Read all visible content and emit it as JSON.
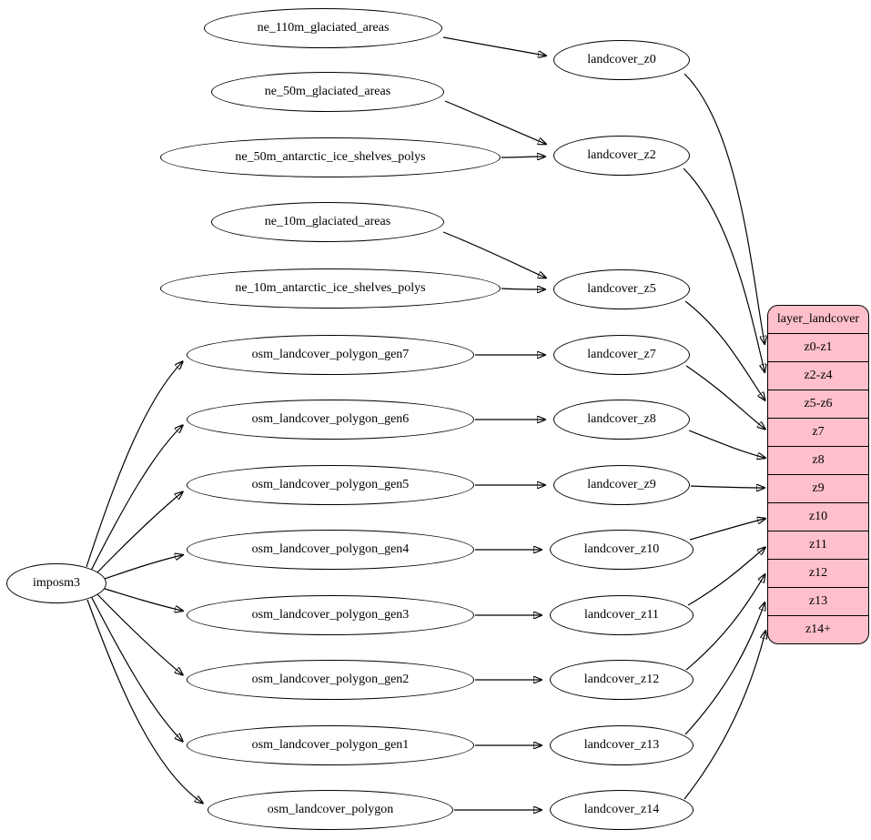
{
  "diagram": {
    "background": "#ffffff",
    "table": {
      "title": "layer_landcover",
      "fill": "#ffc0cb",
      "rows": [
        "z0-z1",
        "z2-z4",
        "z5-z6",
        "z7",
        "z8",
        "z9",
        "z10",
        "z11",
        "z12",
        "z13",
        "z14+"
      ]
    },
    "nodes": {
      "ne_110m_glaciated_areas": {
        "label": "ne_110m_glaciated_areas"
      },
      "ne_50m_glaciated_areas": {
        "label": "ne_50m_glaciated_areas"
      },
      "ne_50m_antarctic_ice_shelves_polys": {
        "label": "ne_50m_antarctic_ice_shelves_polys"
      },
      "ne_10m_glaciated_areas": {
        "label": "ne_10m_glaciated_areas"
      },
      "ne_10m_antarctic_ice_shelves_polys": {
        "label": "ne_10m_antarctic_ice_shelves_polys"
      },
      "osm_landcover_polygon_gen7": {
        "label": "osm_landcover_polygon_gen7"
      },
      "osm_landcover_polygon_gen6": {
        "label": "osm_landcover_polygon_gen6"
      },
      "osm_landcover_polygon_gen5": {
        "label": "osm_landcover_polygon_gen5"
      },
      "osm_landcover_polygon_gen4": {
        "label": "osm_landcover_polygon_gen4"
      },
      "osm_landcover_polygon_gen3": {
        "label": "osm_landcover_polygon_gen3"
      },
      "osm_landcover_polygon_gen2": {
        "label": "osm_landcover_polygon_gen2"
      },
      "osm_landcover_polygon_gen1": {
        "label": "osm_landcover_polygon_gen1"
      },
      "osm_landcover_polygon": {
        "label": "osm_landcover_polygon"
      },
      "imposm3": {
        "label": "imposm3"
      },
      "landcover_z0": {
        "label": "landcover_z0"
      },
      "landcover_z2": {
        "label": "landcover_z2"
      },
      "landcover_z5": {
        "label": "landcover_z5"
      },
      "landcover_z7": {
        "label": "landcover_z7"
      },
      "landcover_z8": {
        "label": "landcover_z8"
      },
      "landcover_z9": {
        "label": "landcover_z9"
      },
      "landcover_z10": {
        "label": "landcover_z10"
      },
      "landcover_z11": {
        "label": "landcover_z11"
      },
      "landcover_z12": {
        "label": "landcover_z12"
      },
      "landcover_z13": {
        "label": "landcover_z13"
      },
      "landcover_z14": {
        "label": "landcover_z14"
      }
    },
    "edges": [
      {
        "from": "ne_110m_glaciated_areas",
        "to": "landcover_z0"
      },
      {
        "from": "ne_50m_glaciated_areas",
        "to": "landcover_z2"
      },
      {
        "from": "ne_50m_antarctic_ice_shelves_polys",
        "to": "landcover_z2"
      },
      {
        "from": "ne_10m_glaciated_areas",
        "to": "landcover_z5"
      },
      {
        "from": "ne_10m_antarctic_ice_shelves_polys",
        "to": "landcover_z5"
      },
      {
        "from": "osm_landcover_polygon_gen7",
        "to": "landcover_z7"
      },
      {
        "from": "osm_landcover_polygon_gen6",
        "to": "landcover_z8"
      },
      {
        "from": "osm_landcover_polygon_gen5",
        "to": "landcover_z9"
      },
      {
        "from": "osm_landcover_polygon_gen4",
        "to": "landcover_z10"
      },
      {
        "from": "osm_landcover_polygon_gen3",
        "to": "landcover_z11"
      },
      {
        "from": "osm_landcover_polygon_gen2",
        "to": "landcover_z12"
      },
      {
        "from": "osm_landcover_polygon_gen1",
        "to": "landcover_z13"
      },
      {
        "from": "osm_landcover_polygon",
        "to": "landcover_z14"
      },
      {
        "from": "imposm3",
        "to": "osm_landcover_polygon_gen7"
      },
      {
        "from": "imposm3",
        "to": "osm_landcover_polygon_gen6"
      },
      {
        "from": "imposm3",
        "to": "osm_landcover_polygon_gen5"
      },
      {
        "from": "imposm3",
        "to": "osm_landcover_polygon_gen4"
      },
      {
        "from": "imposm3",
        "to": "osm_landcover_polygon_gen3"
      },
      {
        "from": "imposm3",
        "to": "osm_landcover_polygon_gen2"
      },
      {
        "from": "imposm3",
        "to": "osm_landcover_polygon_gen1"
      },
      {
        "from": "imposm3",
        "to": "osm_landcover_polygon"
      },
      {
        "from": "landcover_z0",
        "to": "layer_landcover:z0-z1"
      },
      {
        "from": "landcover_z2",
        "to": "layer_landcover:z2-z4"
      },
      {
        "from": "landcover_z5",
        "to": "layer_landcover:z5-z6"
      },
      {
        "from": "landcover_z7",
        "to": "layer_landcover:z7"
      },
      {
        "from": "landcover_z8",
        "to": "layer_landcover:z8"
      },
      {
        "from": "landcover_z9",
        "to": "layer_landcover:z9"
      },
      {
        "from": "landcover_z10",
        "to": "layer_landcover:z10"
      },
      {
        "from": "landcover_z11",
        "to": "layer_landcover:z11"
      },
      {
        "from": "landcover_z12",
        "to": "layer_landcover:z12"
      },
      {
        "from": "landcover_z13",
        "to": "layer_landcover:z13"
      },
      {
        "from": "landcover_z14",
        "to": "layer_landcover:z14+"
      }
    ]
  }
}
